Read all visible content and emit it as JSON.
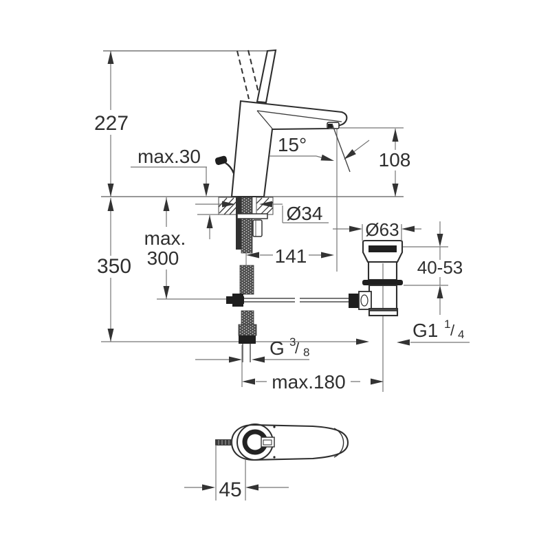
{
  "page": {
    "background": "#ffffff",
    "description": "Technical installation dimension drawing of a single-lever basin mixer tap with pop-up waste: front elevation with below-deck piping and a plan view of the lever handle",
    "units": "mm"
  },
  "labels": {
    "total_height": "227",
    "max_deck_thickness": "max.30",
    "lever_swing_angle": "15°",
    "spout_height": "108",
    "max_below_deck_line1": "max.",
    "max_below_deck_line2": "300",
    "below_deck_overall": "350",
    "deck_hole_diameter": "Ø34",
    "spout_projection": "141",
    "waste_flange_diameter": "Ø63",
    "waste_height_range": "40-53",
    "supply_thread_base": "G",
    "supply_thread_num": "3",
    "supply_thread_slash": "/",
    "supply_thread_den": "8",
    "waste_thread_base": "G1",
    "waste_thread_num": "1",
    "waste_thread_slash": "/",
    "waste_thread_den": "4",
    "max_waste_center_distance": "max.180",
    "handle_pivot_offset": "45"
  },
  "colors": {
    "outline": "#2e2e2e",
    "dimension_line": "#757575",
    "text": "#2f2f2f",
    "solid_fill": "#1f1f1f",
    "thread_fill": "#4b4b4b"
  }
}
